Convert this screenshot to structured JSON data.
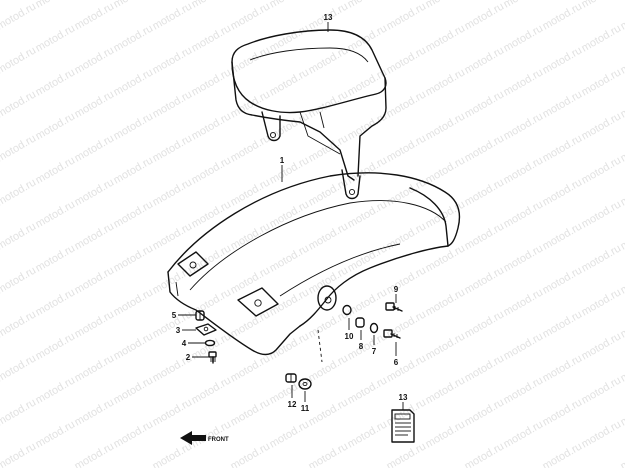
{
  "watermark": {
    "text": "motod.ru",
    "color": "#e2e2e2"
  },
  "callouts": [
    {
      "id": "label-13-top",
      "text": "13"
    },
    {
      "id": "label-1",
      "text": "1"
    },
    {
      "id": "label-5",
      "text": "5"
    },
    {
      "id": "label-3",
      "text": "3"
    },
    {
      "id": "label-4",
      "text": "4"
    },
    {
      "id": "label-2",
      "text": "2"
    },
    {
      "id": "label-9",
      "text": "9"
    },
    {
      "id": "label-10",
      "text": "10"
    },
    {
      "id": "label-8",
      "text": "8"
    },
    {
      "id": "label-7",
      "text": "7"
    },
    {
      "id": "label-6",
      "text": "6"
    },
    {
      "id": "label-12",
      "text": "12"
    },
    {
      "id": "label-11",
      "text": "11"
    },
    {
      "id": "label-13-bottom",
      "text": "13"
    }
  ],
  "front_arrow": {
    "text": "FRONT",
    "icon": "front-arrow-icon"
  },
  "ink_color": "#111111"
}
